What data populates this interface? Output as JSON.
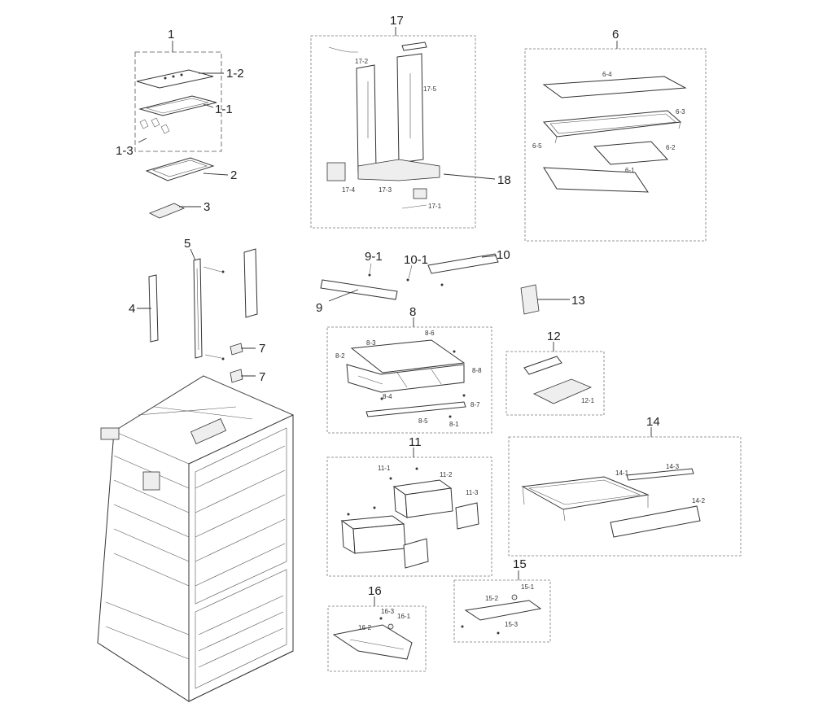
{
  "callouts": {
    "c1": "1",
    "c1_2": "1-2",
    "c1_1": "1-1",
    "c1_3": "1-3",
    "c2": "2",
    "c3": "3",
    "c4": "4",
    "c5": "5",
    "c7a": "7",
    "c7b": "7",
    "c17": "17",
    "c17_2": "17-2",
    "c17_5": "17-5",
    "c17_4": "17-4",
    "c17_3": "17-3",
    "c17_1": "17-1",
    "c18": "18",
    "c6": "6",
    "c6_4": "6-4",
    "c6_3": "6-3",
    "c6_5": "6-5",
    "c6_2": "6-2",
    "c6_1": "6-1",
    "c9_1": "9-1",
    "c10_1": "10-1",
    "c10": "10",
    "c9": "9",
    "c13": "13",
    "c8": "8",
    "c8_3": "8-3",
    "c8_6": "8-6",
    "c8_2": "8-2",
    "c8_8": "8-8",
    "c8_4": "8-4",
    "c8_7": "8-7",
    "c8_5": "8-5",
    "c8_1": "8-1",
    "c12": "12",
    "c12_1": "12-1",
    "c14": "14",
    "c14_1": "14-1",
    "c14_3": "14-3",
    "c14_2": "14-2",
    "c11": "11",
    "c11_1": "11-1",
    "c11_2": "11-2",
    "c11_3": "11-3",
    "c15": "15",
    "c15_1": "15-1",
    "c15_2": "15-2",
    "c15_3": "15-3",
    "c16": "16",
    "c16_3": "16-3",
    "c16_1": "16-1",
    "c16_2": "16-2"
  },
  "colors": {
    "line": "#333333",
    "box": "#777777",
    "background": "#ffffff"
  }
}
